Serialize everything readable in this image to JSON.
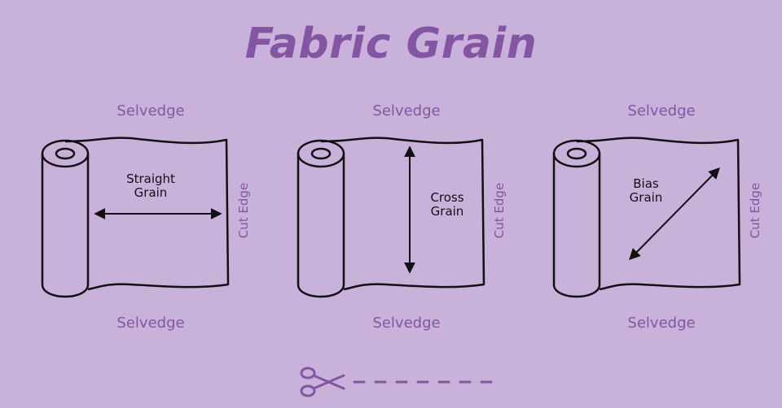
{
  "title": "Fabric Grain",
  "selvedge_label": "Selvedge",
  "cut_edge_label": "Cut Edge",
  "rolls": [
    {
      "grain_line1": "Straight",
      "grain_line2": "Grain"
    },
    {
      "grain_line1": "Cross",
      "grain_line2": "Grain"
    },
    {
      "grain_line1": "Bias",
      "grain_line2": "Grain"
    }
  ],
  "colors": {
    "background": "#c9b2da",
    "accent": "#8455a3",
    "stroke": "#111111"
  },
  "icons": [
    "scissors-icon"
  ]
}
